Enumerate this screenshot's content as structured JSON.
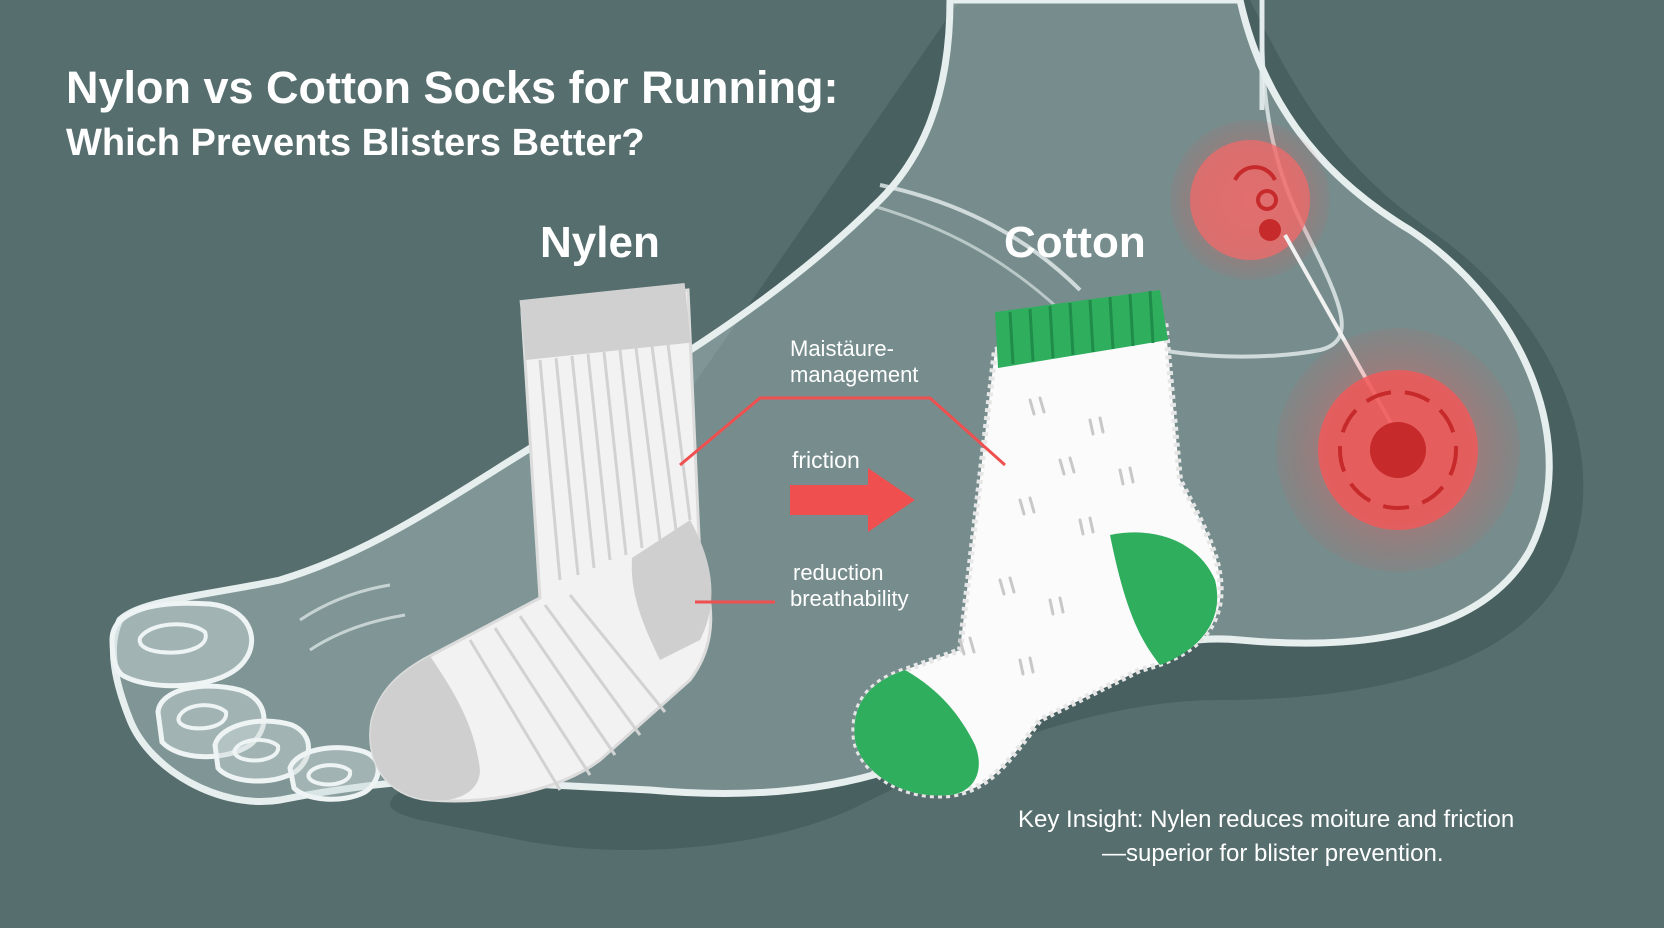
{
  "title": {
    "line1": "Nylon vs Cotton Socks for Running:",
    "line2": "Which Prevents Blisters Better?"
  },
  "labels": {
    "nylon": "Nylen",
    "cotton": "Cotton"
  },
  "annotations": {
    "moisture_line1": "Maistäure-",
    "moisture_line2": "management",
    "friction": "friction",
    "reduction": "reduction",
    "breathability": "breathability"
  },
  "insight": {
    "line1": "Key Insight: Nylen reduces moiture and friction",
    "line2": "—superior for blister prevention."
  },
  "colors": {
    "background": "#566e6e",
    "accent_red": "#ef4f4f",
    "cotton_green": "#2fae5e",
    "blister_red": "#e85555"
  },
  "icons": [
    "foot-outline",
    "nylon-sock",
    "cotton-sock",
    "arrow-right",
    "blister-marker"
  ]
}
